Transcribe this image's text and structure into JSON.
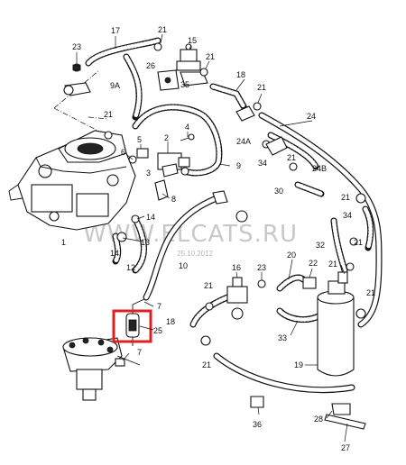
{
  "diagram": {
    "watermark": "WWW.ELCATS.RU",
    "watermark_date": "25.10.2012",
    "highlight_color": "#e02020",
    "labels": {
      "p1": "1",
      "p2": "2",
      "p3": "3",
      "p4": "4",
      "p5": "5",
      "p6": "6",
      "p7a": "7",
      "p7b": "7",
      "p8": "8",
      "p9": "9",
      "p9a": "9A",
      "p10": "10",
      "p12": "12",
      "p13": "13",
      "p14a": "14",
      "p14b": "14",
      "p15": "15",
      "p16": "16",
      "p17": "17",
      "p18a": "18",
      "p18b": "18",
      "p19": "19",
      "p20": "20",
      "p21a": "21",
      "p21b": "21",
      "p21c": "21",
      "p21d": "21",
      "p21e": "21",
      "p21f": "21",
      "p21g": "21",
      "p21h": "21",
      "p21i": "21",
      "p21j": "21",
      "p21k": "21",
      "p22": "22",
      "p23a": "23",
      "p23b": "23",
      "p24": "24",
      "p24a": "24A",
      "p24b": "24B",
      "p25": "25",
      "p26": "26",
      "p27": "27",
      "p28": "28",
      "p30": "30",
      "p32": "32",
      "p33": "33",
      "p34a": "34",
      "p34b": "34",
      "p35": "35",
      "p36": "36"
    }
  }
}
